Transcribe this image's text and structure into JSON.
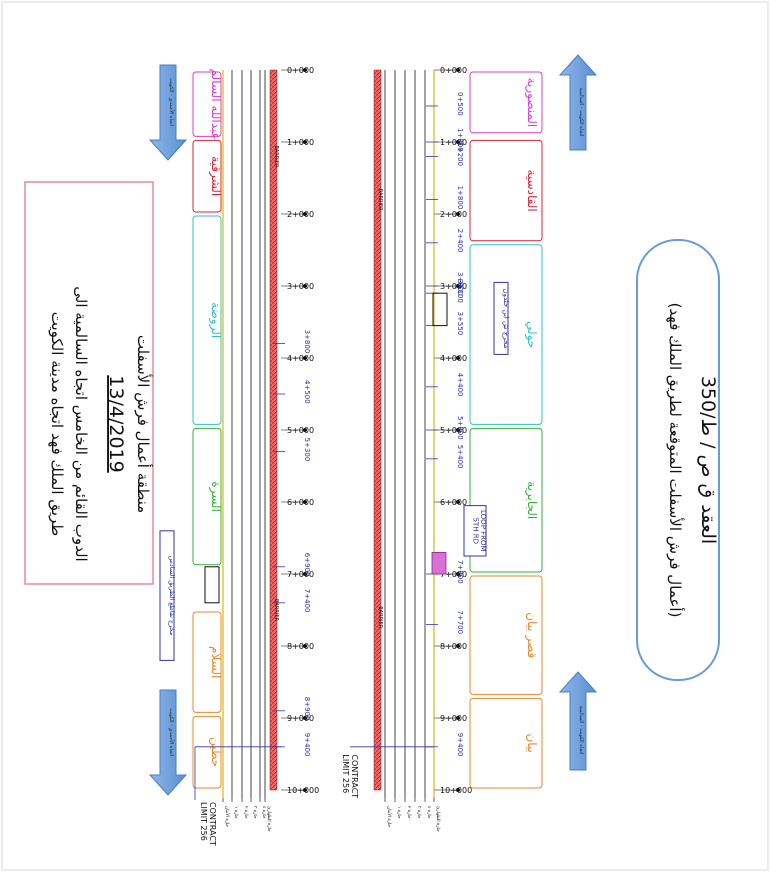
{
  "title_box": {
    "line1": "العقد ق ص / ط/350",
    "line2": "(أعمال فرش الأسفلت المتوقعة لطريق الملك فهد)"
  },
  "info_box": {
    "line1": "منطقة أعمال فرش الأسفلت",
    "line2": "13/4/2019",
    "line3": "الدوب القائم من الخامس اتجاه السالمية الى",
    "line4": "طريق الملك فهد اتجاه مدينة الكويت"
  },
  "arrows": {
    "right_top": "اتجاه الكويت - السالمية",
    "right_bottom": "اتجاه الكويت - السالمية",
    "left_top": "اتجاه الأحمدي - الكويت",
    "left_bottom": "اتجاه الأحمدي - الكويت"
  },
  "right_road": {
    "chainages": [
      "0+000",
      "1+000",
      "2+000",
      "3+000",
      "4+000",
      "5+000",
      "6+000",
      "7+000",
      "8+000",
      "9+000",
      "10+000"
    ],
    "barrier_label": "BARRIER",
    "contract_limit": "CONTRACT\nLIMIT 256",
    "areas": [
      {
        "name": "المنصورية",
        "color": "#d43fd0"
      },
      {
        "name": "القادسية",
        "color": "#d6243a"
      },
      {
        "name": "حولي",
        "color": "#2fc0c7"
      },
      {
        "name": "الجابرية",
        "color": "#35b23a"
      },
      {
        "name": "قصر بيان",
        "color": "#e58a2c"
      },
      {
        "name": "بيان",
        "color": "#e58a2c"
      }
    ],
    "markers": [
      "0+500",
      "1+000",
      "1+200",
      "1+800",
      "2+400",
      "3+000",
      "3+100",
      "3+550",
      "4+400",
      "5+000",
      "5+400",
      "7+000",
      "7+700",
      "9+400"
    ],
    "ramp_label": "مخرج ش ابن خلدون",
    "loop_label": "LOOP FROM\n5TH RD",
    "lane_labels": [
      "حارة الأمان",
      "حارة ١",
      "حارة ٢",
      "حارة ٣",
      "حارة ٤",
      "حارة الطوارئ"
    ]
  },
  "left_road": {
    "chainages": [
      "0+000",
      "1+000",
      "2+000",
      "3+000",
      "4+000",
      "5+000",
      "6+000",
      "7+000",
      "8+000",
      "9+000",
      "10+000"
    ],
    "barrier_label": "BARRIER",
    "contract_limit": "CONTRACT\nLIMIT 256",
    "areas": [
      {
        "name": "عبدالله السالم",
        "color": "#d43fd0"
      },
      {
        "name": "الشرقية",
        "color": "#d6243a"
      },
      {
        "name": "الروضة",
        "color": "#2fc0c7"
      },
      {
        "name": "السرة",
        "color": "#35b23a"
      },
      {
        "name": "السلام",
        "color": "#e58a2c"
      },
      {
        "name": "حطين",
        "color": "#e58a2c"
      }
    ],
    "markers": [
      "3+800",
      "4+500",
      "5+300",
      "6+900",
      "7+400",
      "8+900",
      "9+400"
    ],
    "ramp_label": "مخرج تقاطع الطريق السادس",
    "lane_labels": [
      "حارة الأمان",
      "حارة ١",
      "حارة ٢",
      "حارة ٣",
      "حارة ٤",
      "حارة الطوارئ"
    ]
  }
}
